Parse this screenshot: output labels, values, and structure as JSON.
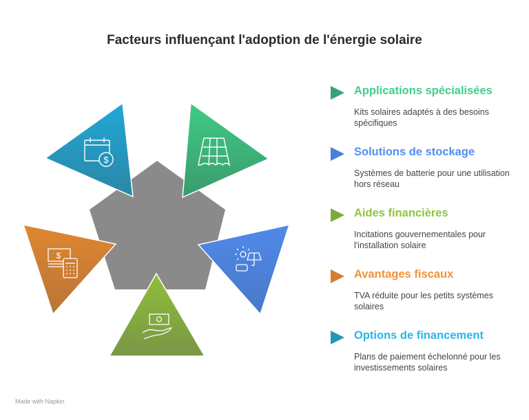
{
  "title": "Facteurs influençant l'adoption de l'énergie solaire",
  "items": [
    {
      "heading": "Applications spécialisées",
      "description": "Kits solaires adaptés à des besoins spécifiques",
      "color": "#3ecf8e",
      "arrow_color": "#3aa373",
      "icon": "solar-roof-tiles-icon"
    },
    {
      "heading": "Solutions de stockage",
      "description": "Systèmes de batterie pour une utilisation hors réseau",
      "color": "#4f8ff0",
      "arrow_color": "#4a7fdc",
      "icon": "solar-panel-battery-icon"
    },
    {
      "heading": "Aides financières",
      "description": "Incitations gouvernementales pour l'installation solaire",
      "color": "#8dc63f",
      "arrow_color": "#7ea93d",
      "icon": "money-hand-icon"
    },
    {
      "heading": "Avantages fiscaux",
      "description": "TVA réduite pour les petits systèmes solaires",
      "color": "#f0933a",
      "arrow_color": "#d47f30",
      "icon": "cash-calculator-icon"
    },
    {
      "heading": "Options de financement",
      "description": "Plans de paiement échelonné pour les investissements solaires",
      "color": "#29b6e8",
      "arrow_color": "#2596b8",
      "icon": "calendar-dollar-icon"
    }
  ],
  "footer": "Made with Napkin"
}
